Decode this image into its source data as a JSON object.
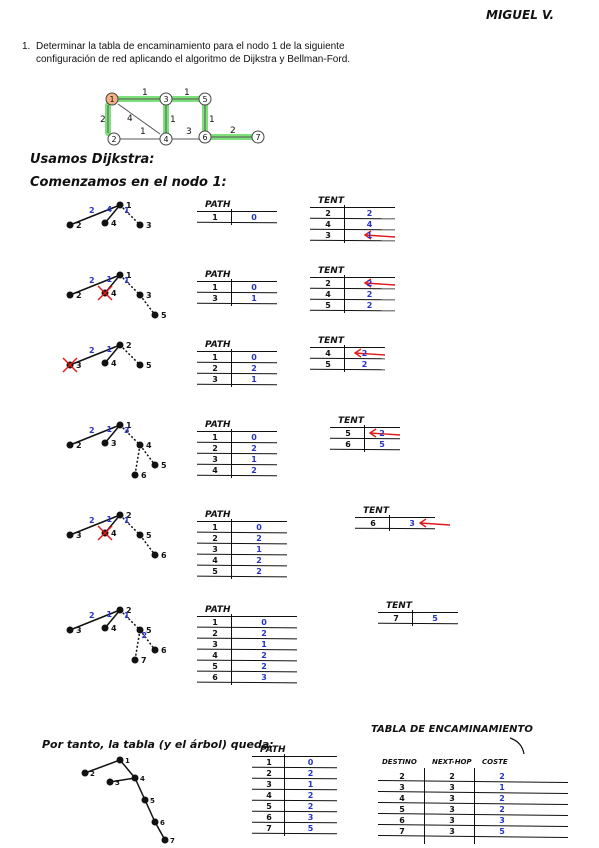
{
  "author": "MIGUEL V.",
  "problem": {
    "number": "1.",
    "line1": "Determinar la tabla de encaminamiento para el nodo 1 de la siguiente",
    "line2": "configuración de red aplicando el algoritmo de Dijkstra y Bellman-Ford."
  },
  "network": {
    "nodes": [
      "1",
      "2",
      "3",
      "4",
      "5",
      "6",
      "7"
    ],
    "edge_weights": {
      "1-3": "1",
      "3-5": "1",
      "1-2": "2",
      "1-4": "4",
      "3-4": "1",
      "5-6": "1",
      "2-4": "1",
      "4-6": "3",
      "6-7": "2"
    }
  },
  "notes": {
    "using": "Usamos Dijkstra:",
    "start": "Comenzamos en el nodo 1:",
    "conclusion": "Por tanto, la tabla (y el árbol) queda:",
    "final_title": "TABLA DE ENCAMINAMIENTO"
  },
  "labels": {
    "path": "PATH",
    "tent": "TENT"
  },
  "steps": [
    {
      "path": [
        [
          "1",
          "0"
        ]
      ],
      "tent": [
        [
          "2",
          "2"
        ],
        [
          "4",
          "4"
        ],
        [
          "3",
          "1"
        ]
      ],
      "tree": [
        "1",
        "2",
        "4",
        "3"
      ],
      "tree_w": [
        "2",
        "4",
        "1"
      ]
    },
    {
      "path": [
        [
          "1",
          "0"
        ],
        [
          "3",
          "1"
        ]
      ],
      "tent": [
        [
          "2",
          "2"
        ],
        [
          "4",
          "2"
        ],
        [
          "5",
          "2"
        ]
      ],
      "tree": [
        "1",
        "2",
        "4",
        "3",
        "5"
      ],
      "tree_w": [
        "2",
        "1",
        "1"
      ]
    },
    {
      "path": [
        [
          "1",
          "0"
        ],
        [
          "2",
          "2"
        ],
        [
          "3",
          "1"
        ]
      ],
      "tent": [
        [
          "4",
          "2"
        ],
        [
          "5",
          "2"
        ]
      ],
      "tree": [
        "2",
        "3",
        "4",
        "5"
      ],
      "tree_w": [
        "2",
        "1"
      ]
    },
    {
      "path": [
        [
          "1",
          "0"
        ],
        [
          "2",
          "2"
        ],
        [
          "3",
          "1"
        ],
        [
          "4",
          "2"
        ]
      ],
      "tent": [
        [
          "5",
          "2"
        ],
        [
          "6",
          "5"
        ]
      ],
      "tree": [
        "1",
        "2",
        "3",
        "4",
        "5",
        "6"
      ],
      "tree_w": [
        "2",
        "1",
        "3"
      ]
    },
    {
      "path": [
        [
          "1",
          "0"
        ],
        [
          "2",
          "2"
        ],
        [
          "3",
          "1"
        ],
        [
          "4",
          "2"
        ],
        [
          "5",
          "2"
        ]
      ],
      "tent": [
        [
          "6",
          "3"
        ]
      ],
      "tree": [
        "2",
        "3",
        "4",
        "5",
        "6"
      ],
      "tree_w": [
        "2",
        "1",
        "1"
      ]
    },
    {
      "path": [
        [
          "1",
          "0"
        ],
        [
          "2",
          "2"
        ],
        [
          "3",
          "1"
        ],
        [
          "4",
          "2"
        ],
        [
          "5",
          "2"
        ],
        [
          "6",
          "3"
        ]
      ],
      "tent": [
        [
          "7",
          "5"
        ]
      ],
      "tree": [
        "2",
        "3",
        "4",
        "5",
        "6",
        "7"
      ],
      "tree_w": [
        "2",
        "1",
        "1",
        "2"
      ]
    }
  ],
  "final_path": {
    "label": "PATH",
    "rows": [
      [
        "1",
        "0"
      ],
      [
        "2",
        "2"
      ],
      [
        "3",
        "1"
      ],
      [
        "4",
        "2"
      ],
      [
        "5",
        "2"
      ],
      [
        "6",
        "3"
      ],
      [
        "7",
        "5"
      ]
    ]
  },
  "final_table": {
    "headers": [
      "DESTINO",
      "NEXT-HOP",
      "COSTE"
    ],
    "rows": [
      [
        "2",
        "2",
        "2"
      ],
      [
        "3",
        "3",
        "1"
      ],
      [
        "4",
        "3",
        "2"
      ],
      [
        "5",
        "3",
        "2"
      ],
      [
        "6",
        "3",
        "3"
      ],
      [
        "7",
        "3",
        "5"
      ]
    ]
  },
  "colors": {
    "ink": "#111111",
    "blue": "#2733c8",
    "red": "#e0191c",
    "green": "#7ee07a",
    "start_node": "#f4b183"
  }
}
